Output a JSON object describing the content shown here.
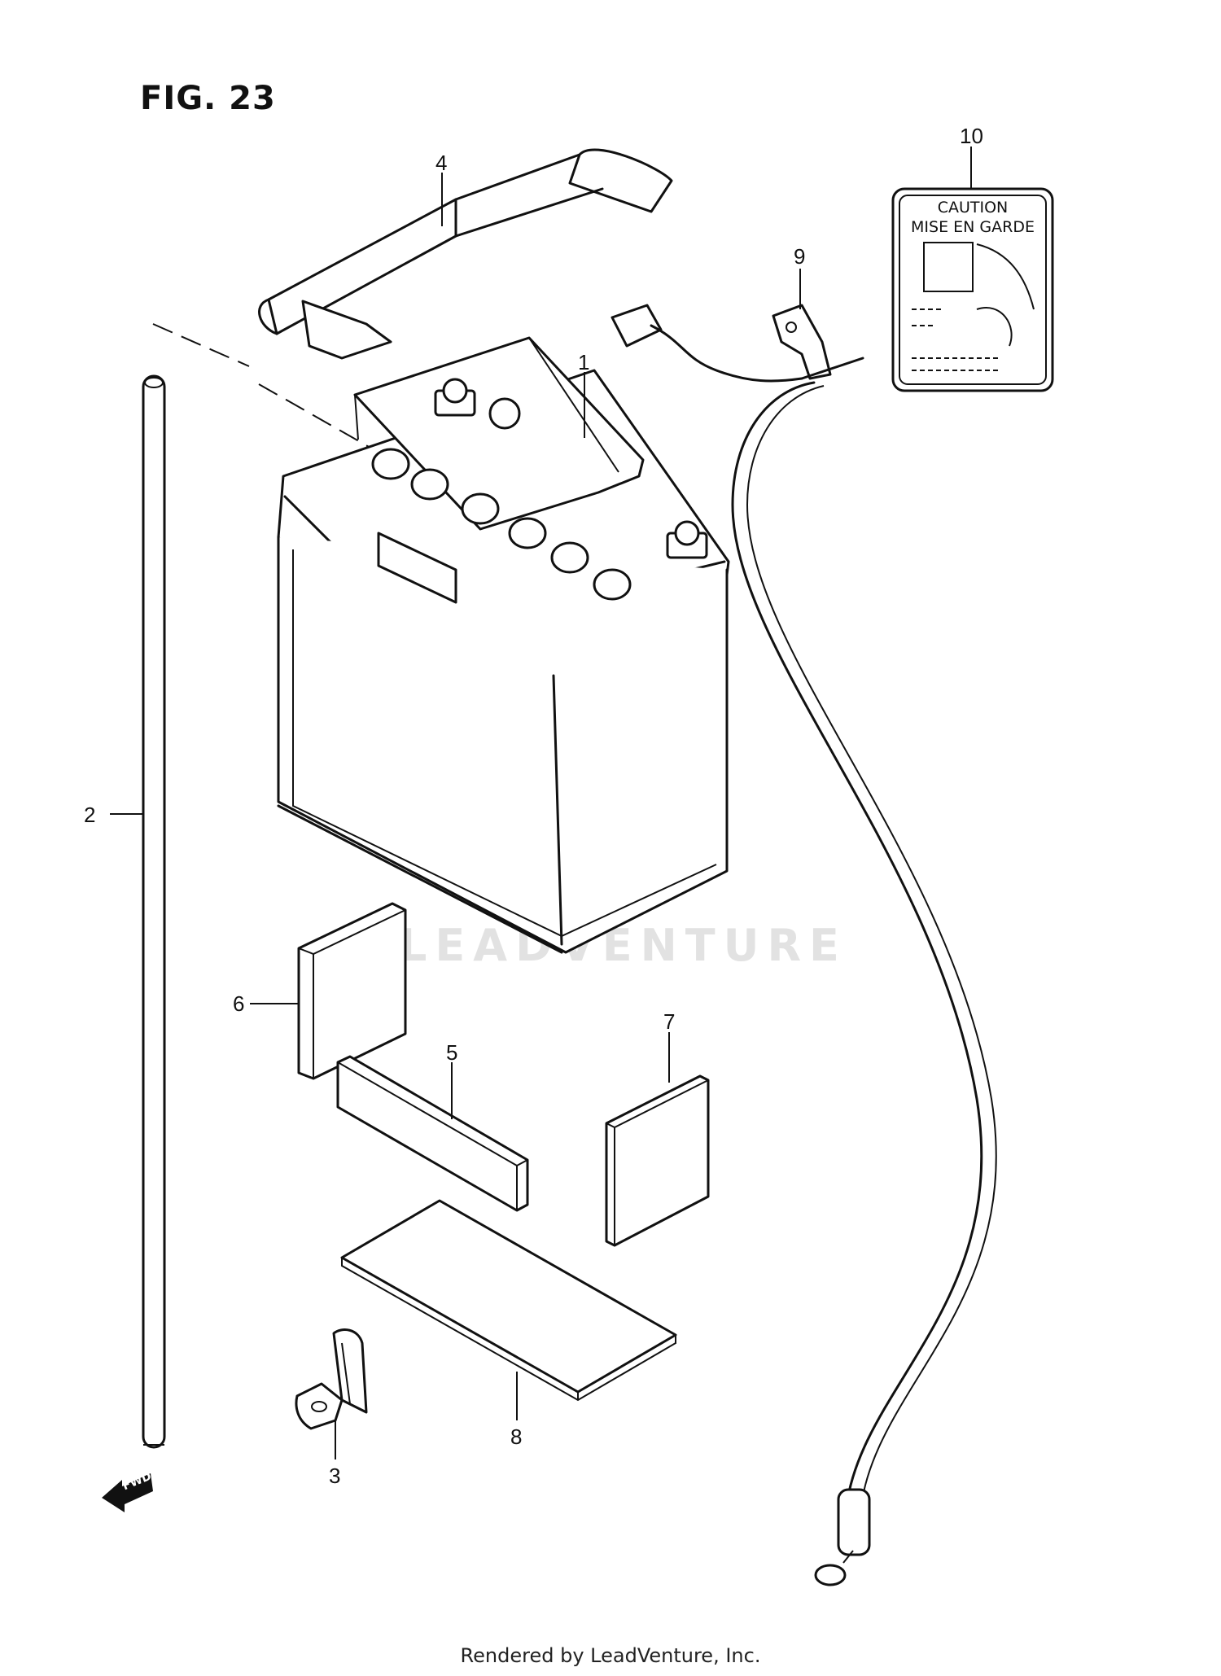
{
  "figure": {
    "title": "FIG. 23"
  },
  "callouts": [
    "1",
    "2",
    "3",
    "4",
    "5",
    "6",
    "7",
    "8",
    "9",
    "10"
  ],
  "caution_label": {
    "line1": "CAUTION",
    "line2": "MISE EN GARDE"
  },
  "fwd_marker": "FWD",
  "watermark": "LEADVENTURE",
  "footer": "Rendered by LeadVenture, Inc."
}
